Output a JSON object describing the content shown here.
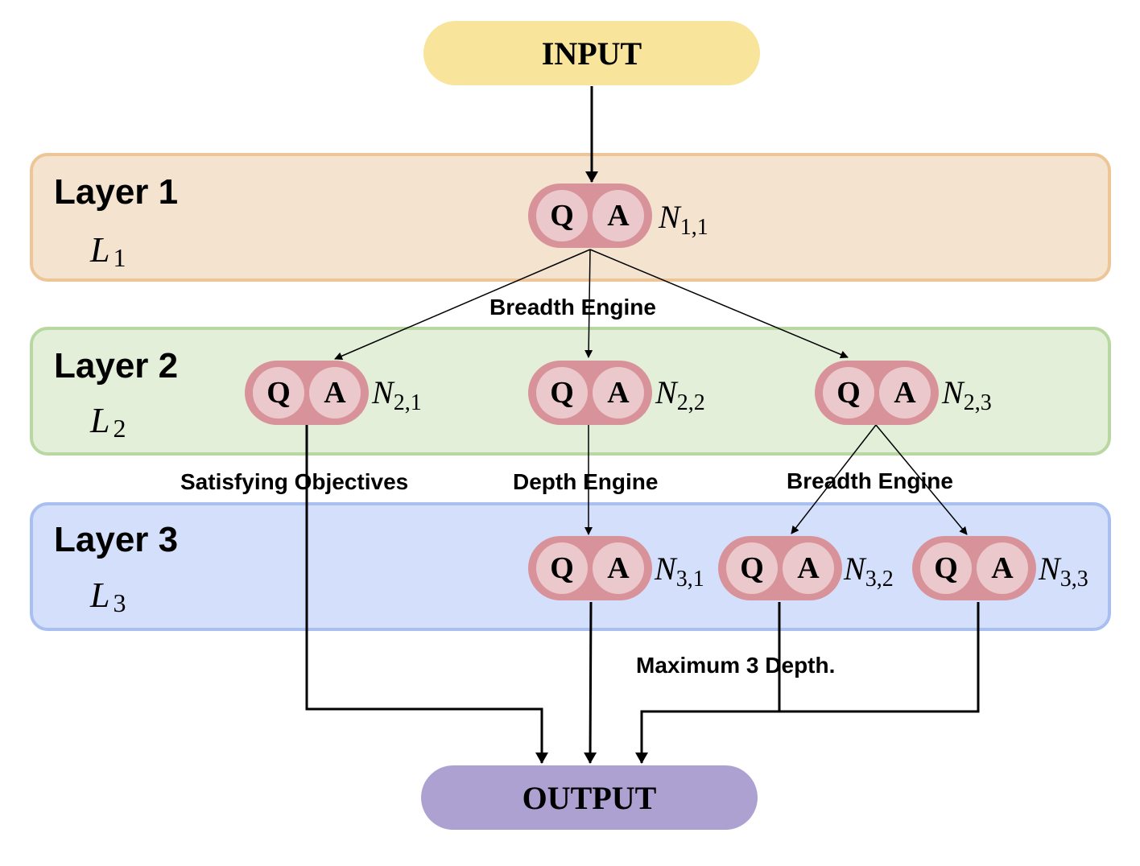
{
  "input_label": "INPUT",
  "output_label": "OUTPUT",
  "layers": [
    {
      "title": "Layer 1",
      "symbol": "L",
      "sub": "1"
    },
    {
      "title": "Layer 2",
      "symbol": "L",
      "sub": "2"
    },
    {
      "title": "Layer 3",
      "symbol": "L",
      "sub": "3"
    }
  ],
  "node_text": {
    "q": "Q",
    "a": "A"
  },
  "nodes": [
    {
      "symbol": "N",
      "sub": "1,1"
    },
    {
      "symbol": "N",
      "sub": "2,1"
    },
    {
      "symbol": "N",
      "sub": "2,2"
    },
    {
      "symbol": "N",
      "sub": "2,3"
    },
    {
      "symbol": "N",
      "sub": "3,1"
    },
    {
      "symbol": "N",
      "sub": "3,2"
    },
    {
      "symbol": "N",
      "sub": "3,3"
    }
  ],
  "edge_labels": {
    "breadth_top": "Breadth Engine",
    "satisfying": "Satisfying Objectives",
    "depth": "Depth Engine",
    "breadth_bottom": "Breadth Engine",
    "max_depth": "Maximum 3 Depth."
  },
  "colors": {
    "input": "#f8e49b",
    "output": "#ada1d1",
    "node": "#d8939a",
    "node_inner": "#ebc8cb",
    "layer1": "#f3e3cf",
    "layer2": "#e3efd9",
    "layer3": "#d4e0fb"
  }
}
